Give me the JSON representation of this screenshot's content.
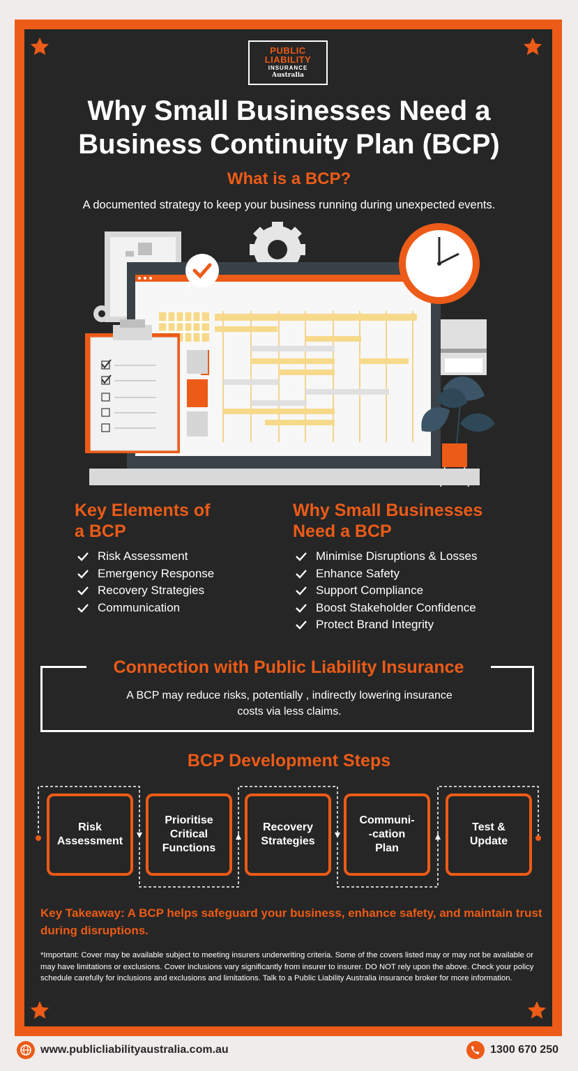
{
  "logo": {
    "line1": "PUBLIC",
    "line2": "LIABILITY",
    "line3": "INSURANCE",
    "line4": "Australia"
  },
  "title": {
    "line1": "Why Small Businesses Need a",
    "line2": "Business Continuity Plan (BCP)"
  },
  "what": {
    "question": "What is a BCP?",
    "answer": "A documented strategy to keep your business running during unexpected events."
  },
  "key_elements": {
    "title_line1": "Key Elements of",
    "title_line2": "a BCP",
    "items": [
      "Risk Assessment",
      "Emergency Response",
      "Recovery Strategies",
      "Communication"
    ]
  },
  "why": {
    "title_line1": "Why Small Businesses",
    "title_line2": "Need a BCP",
    "items": [
      "Minimise Disruptions & Losses",
      "Enhance Safety",
      "Support Compliance",
      "Boost Stakeholder Confidence",
      "Protect Brand Integrity"
    ]
  },
  "connection": {
    "title": "Connection with Public Liability Insurance",
    "text_line1": "A BCP may reduce risks, potentially , indirectly lowering insurance",
    "text_line2": "costs via less claims."
  },
  "steps": {
    "title": "BCP Development Steps",
    "items": [
      [
        "Risk",
        "Assessment"
      ],
      [
        "Prioritise",
        "Critical",
        "Functions"
      ],
      [
        "Recovery",
        "Strategies"
      ],
      [
        "Communi-",
        "-cation",
        "Plan"
      ],
      [
        "Test &",
        "Update"
      ]
    ]
  },
  "takeaway": "Key Takeaway: A BCP helps safeguard your business, enhance safety, and maintain trust during disruptions.",
  "disclaimer": "*Important: Cover may be available subject to meeting insurers underwriting criteria. Some of the covers listed may or may not be available or may have limitations or exclusions. Cover inclusions vary significantly from insurer to insurer. DO NOT rely upon the above. Check your policy schedule carefully for inclusions and exclusions and limitations. Talk to a Public Liability Australia insurance broker for more information.",
  "footer": {
    "website": "www.publicliabilityaustralia.com.au",
    "phone": "1300 670 250"
  },
  "colors": {
    "accent": "#ec5b17",
    "panel": "#262626",
    "background": "#efeceb",
    "text": "#ffffff"
  }
}
